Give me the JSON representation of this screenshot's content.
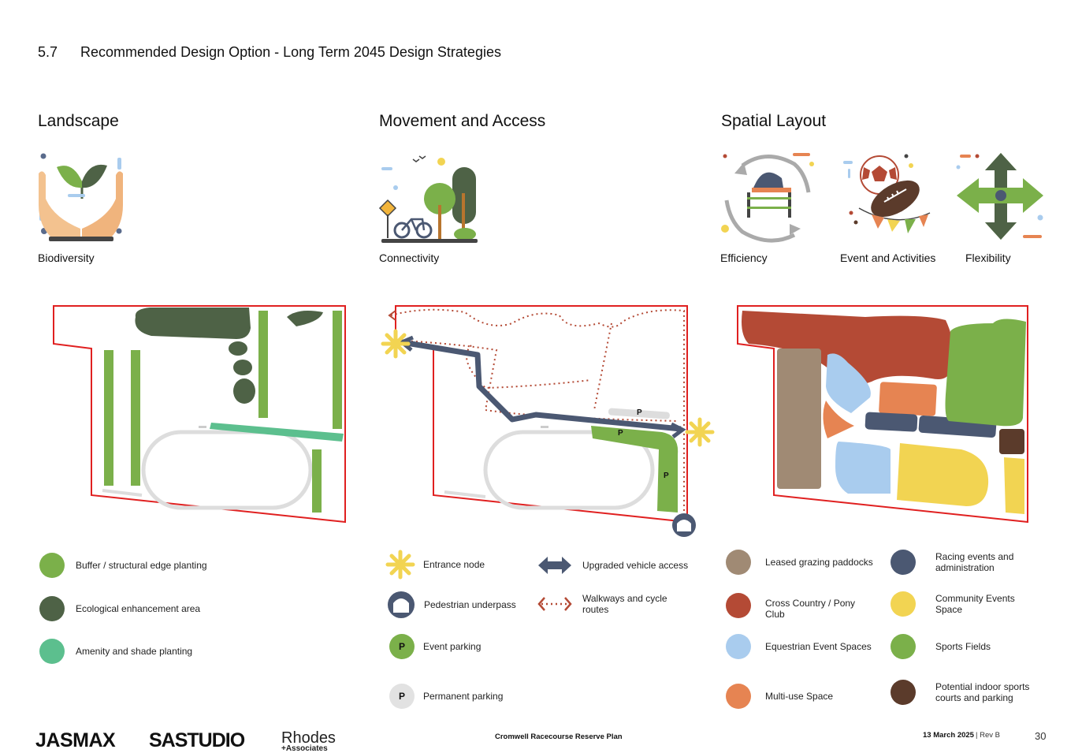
{
  "header": {
    "section_number": "5.7",
    "title": "Recommended Design Option  - Long Term 2045 Design Strategies"
  },
  "columns": {
    "landscape": {
      "title": "Landscape",
      "icons": [
        {
          "label": "Biodiversity",
          "icon": "hands-leaves-icon"
        }
      ]
    },
    "movement": {
      "title": "Movement and Access",
      "icons": [
        {
          "label": "Connectivity",
          "icon": "bicycle-trees-icon"
        }
      ]
    },
    "spatial": {
      "title": "Spatial Layout",
      "icons": [
        {
          "label": "Efficiency",
          "icon": "cycle-helmet-icon"
        },
        {
          "label": "Event and Activities",
          "icon": "balls-bunting-icon"
        },
        {
          "label": "Flexibility",
          "icon": "four-arrows-icon"
        }
      ]
    }
  },
  "maps": {
    "movement_parking_label": "P"
  },
  "legends": {
    "landscape": [
      {
        "label": "Buffer / structural edge planting",
        "color": "#7bb04a"
      },
      {
        "label": "Ecological enhancement area",
        "color": "#4e6246"
      },
      {
        "label": "Amenity and shade planting",
        "color": "#5cbf8e"
      }
    ],
    "movement": {
      "entrance": "Entrance node",
      "upgraded": "Upgraded vehicle access",
      "underpass": "Pedestrian underpass",
      "walkways": "Walkways and cycle routes",
      "event_parking": "Event parking",
      "permanent_parking": "Permanent parking",
      "parking_letter": "P"
    },
    "spatial": [
      {
        "label": "Leased grazing paddocks",
        "color": "#a08a74"
      },
      {
        "label": "Racing events and administration",
        "color": "#4b5872"
      },
      {
        "label": "Cross Country / Pony Club",
        "color": "#b44a35"
      },
      {
        "label": "Community Events Space",
        "color": "#f2d452"
      },
      {
        "label": "Equestrian Event Spaces",
        "color": "#a9ccee"
      },
      {
        "label": "Sports Fields",
        "color": "#7bb04a"
      },
      {
        "label": "Multi-use Space",
        "color": "#e68452"
      },
      {
        "label": "Potential indoor sports courts and parking",
        "color": "#5b3b2b"
      }
    ]
  },
  "footer": {
    "logo1": "JASMAX",
    "logo2": "SASTUDIO",
    "logo3_line1": "Rhodes",
    "logo3_line2": "+Associates",
    "plan_name": "Cromwell Racecourse Reserve Plan",
    "date": "13 March 2025",
    "rev": "Rev B",
    "page": "30"
  }
}
